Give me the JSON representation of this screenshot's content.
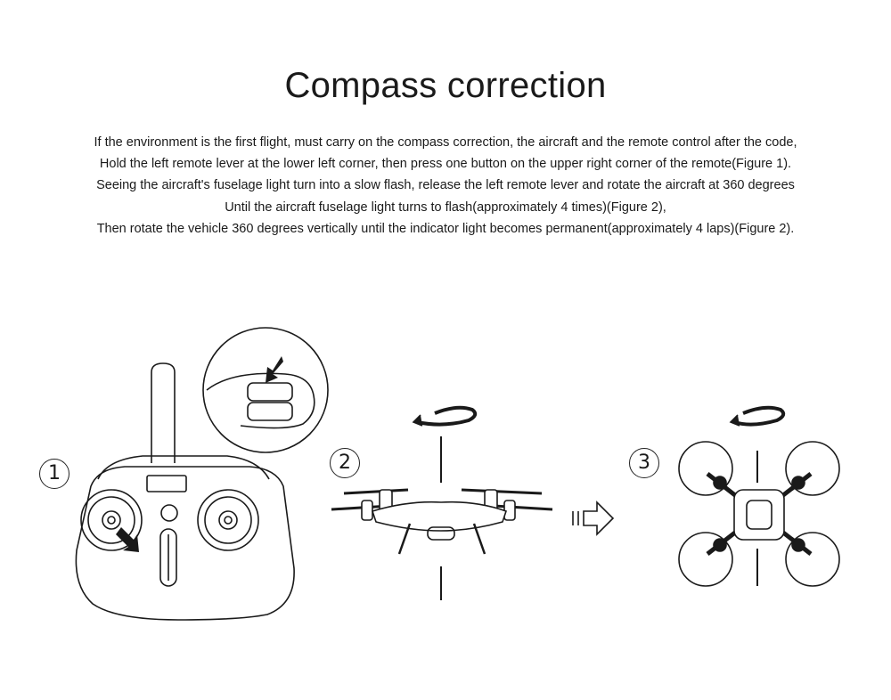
{
  "title": "Compass correction",
  "instructions": [
    "If the environment is the first flight, must carry on the compass correction, the aircraft and the remote control after the code,",
    "Hold the left remote lever at the lower left corner, then press one button on the upper right corner of the remote(Figure 1).",
    "Seeing the aircraft's fuselage light turn into a slow flash, release the left remote lever and rotate the aircraft at 360 degrees",
    "Until the aircraft fuselage light turns to flash(approximately 4 times)(Figure 2),",
    "Then rotate the vehicle 360 degrees vertically until the indicator light becomes permanent(approximately 4 laps)(Figure 2)."
  ],
  "figures": {
    "fig1": {
      "number": "1",
      "icon": "remote-controller-icon"
    },
    "fig2": {
      "number": "2",
      "icon": "drone-side-view-icon"
    },
    "fig3": {
      "number": "3",
      "icon": "drone-top-view-icon"
    }
  },
  "colors": {
    "line": "#1a1a1a",
    "text": "#1a1a1a",
    "background": "#ffffff"
  }
}
